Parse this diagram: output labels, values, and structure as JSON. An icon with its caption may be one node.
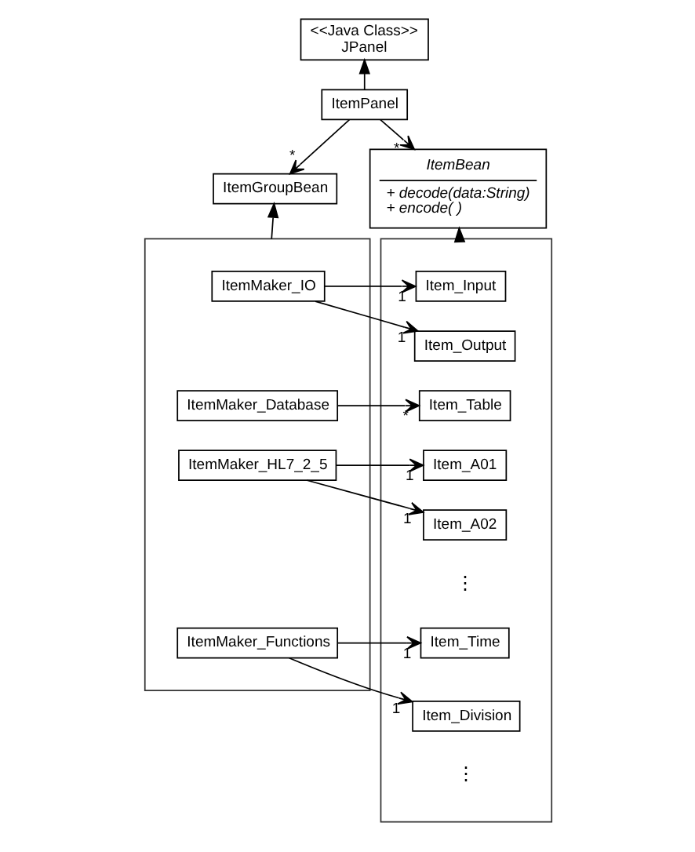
{
  "diagram": {
    "nodes": [
      {
        "text": [
          "<<Java Class>>",
          "JPanel"
        ]
      },
      {
        "text": [
          "ItemPanel"
        ]
      },
      {
        "text": [
          "ItemGroupBean"
        ]
      },
      {
        "text": [
          "ItemBean",
          "+ decode(data:String)",
          "+ encode( )"
        ]
      },
      {
        "text": [],
        "shape": "box"
      },
      {
        "text": [
          "ItemMaker_IO"
        ],
        "in": 4
      },
      {
        "text": [
          "ItemMaker_Database"
        ],
        "in": 4
      },
      {
        "text": [
          "ItemMaker_HL7_2_5"
        ],
        "in": 4
      },
      {
        "text": [
          "ItemMaker_Functions"
        ],
        "in": 4
      },
      {
        "text": [],
        "shape": "box"
      },
      {
        "text": [
          "Item_Input"
        ],
        "in": 9
      },
      {
        "text": [
          "Item_Output"
        ],
        "in": 9
      },
      {
        "text": [
          "Item_Table"
        ],
        "in": 9
      },
      {
        "text": [
          "Item_A01"
        ],
        "in": 9
      },
      {
        "text": [
          "Item_A02"
        ],
        "in": 9
      },
      {
        "text": [
          "Item_Time"
        ],
        "in": 9
      },
      {
        "text": [
          "Item_Division"
        ],
        "in": 9
      }
    ],
    "edges": [
      {
        "from": 1,
        "to": 0,
        "arrow": "to"
      },
      {
        "from": 1,
        "to": 2,
        "arrow": "to",
        "label": "*"
      },
      {
        "from": 1,
        "to": 3,
        "arrow": "to",
        "label": "*"
      },
      {
        "from": 4,
        "to": 2,
        "arrow": "to"
      },
      {
        "from": 9,
        "to": 3,
        "arrow": "to"
      },
      {
        "from": 5,
        "to": 10,
        "arrow": "to",
        "label": "1"
      },
      {
        "from": 5,
        "to": 11,
        "arrow": "to",
        "label": "1"
      },
      {
        "from": 6,
        "to": 12,
        "arrow": "to",
        "label": "*"
      },
      {
        "from": 7,
        "to": 13,
        "arrow": "to",
        "label": "1"
      },
      {
        "from": 7,
        "to": 14,
        "arrow": "to",
        "label": "1"
      },
      {
        "from": 8,
        "to": 15,
        "arrow": "to",
        "label": "1"
      },
      {
        "from": 8,
        "to": 16,
        "arrow": "to",
        "label": "1"
      }
    ],
    "labels": [
      "⋮",
      "⋮"
    ]
  }
}
